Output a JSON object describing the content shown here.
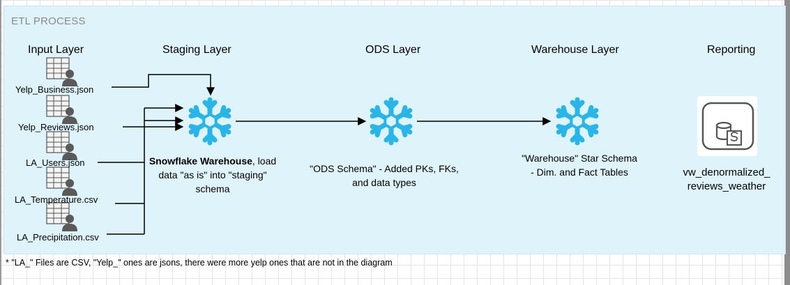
{
  "panel": {
    "title": "ETL PROCESS"
  },
  "layers": {
    "input": "Input Layer",
    "staging": "Staging Layer",
    "ods": "ODS Layer",
    "warehouse": "Warehouse Layer",
    "reporting": "Reporting"
  },
  "files": [
    "Yelp_Business.json",
    "Yelp_Reviews.json",
    "LA_Users.json",
    "LA_Temperature.csv",
    "LA_Precipitation.csv"
  ],
  "staging_desc": {
    "bold": "Snowflake Warehouse",
    "rest": ", load data \"as is\" into \"staging\" schema"
  },
  "ods_desc": "\"ODS Schema\" - Added PKs, FKs, and data types",
  "warehouse_desc": "\"Warehouse\" Star Schema - Dim. and Fact Tables",
  "reporting_label": "vw_denormalized_ reviews_weather",
  "icon_names": {
    "file": "table-user-icon",
    "snowflake": "snowflake-icon",
    "sql": "sql-file-icon"
  },
  "colors": {
    "snowflake": "#29b5e8",
    "panel": "#dff3fb"
  },
  "footnote": "* \"LA_\" Files are CSV, \"Yelp_\" ones are jsons, there were more yelp ones that are not in the diagram"
}
